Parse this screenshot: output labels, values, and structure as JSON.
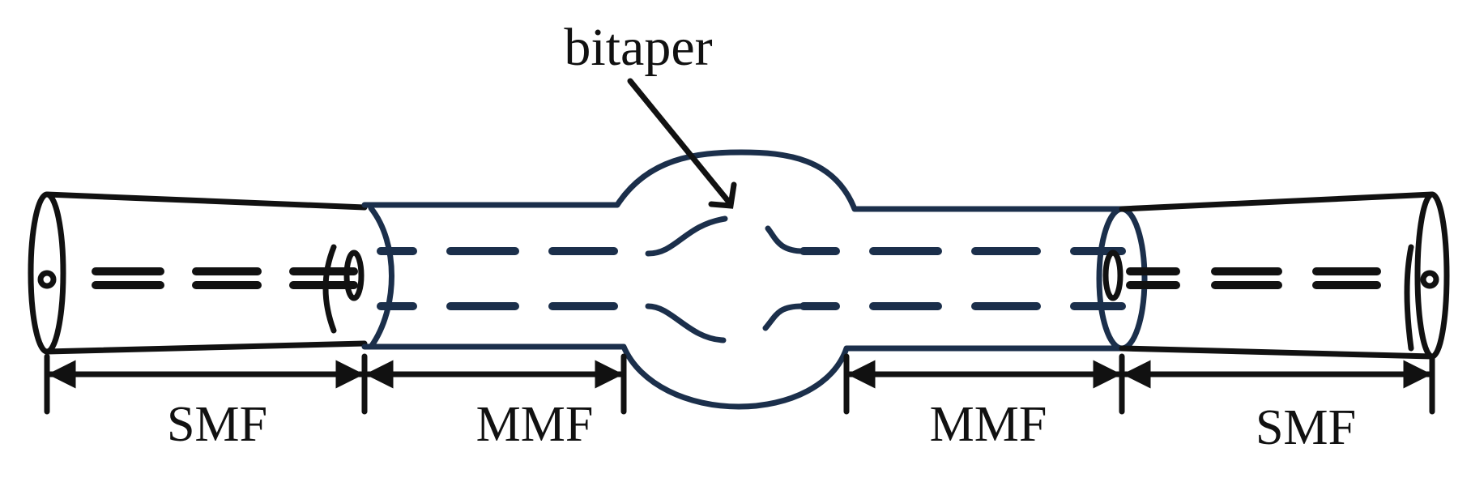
{
  "diagram": {
    "callout": "bitaper",
    "segments": [
      {
        "id": "smf-left",
        "label": "SMF"
      },
      {
        "id": "mmf-left",
        "label": "MMF"
      },
      {
        "id": "mmf-right",
        "label": "MMF"
      },
      {
        "id": "smf-right",
        "label": "SMF"
      }
    ]
  },
  "colors": {
    "fiber_outline": "#1b2f4b",
    "ink": "#111111",
    "background": "#ffffff"
  }
}
